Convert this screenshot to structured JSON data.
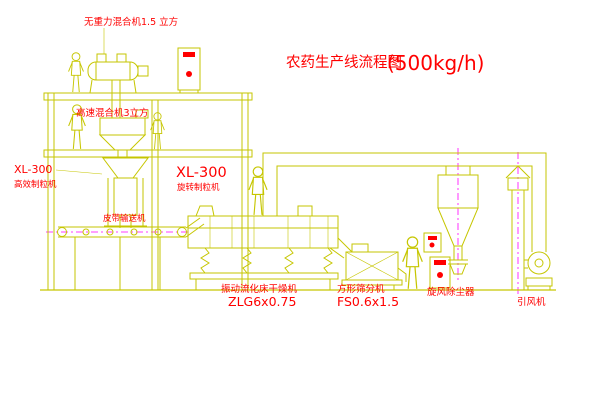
{
  "title": {
    "main": "农药生产线流程图",
    "capacity": "(500kg/h)"
  },
  "equipment_labels": {
    "gravity_mixer": "无重力混合机1.5 立方",
    "high_speed_mixer": "高速混合机3立方",
    "granulator_left_model": "XL-300",
    "granulator_left_name": "高效制粒机",
    "granulator_right_model": "XL-300",
    "granulator_right_name": "旋转制粒机",
    "belt_conveyor": "皮带输送机",
    "dryer_name": "振动流化床干燥机",
    "dryer_model": "ZLG6x0.75",
    "sifter_name": "方形筛分机",
    "sifter_model": "FS0.6x1.5",
    "cyclone": "旋风除尘器",
    "fan": "引风机"
  },
  "colors": {
    "line": "#c6c600",
    "text": "#ff0000",
    "accent": "#ff0000",
    "centerline": "#ff00ff",
    "background": "#ffffff"
  }
}
